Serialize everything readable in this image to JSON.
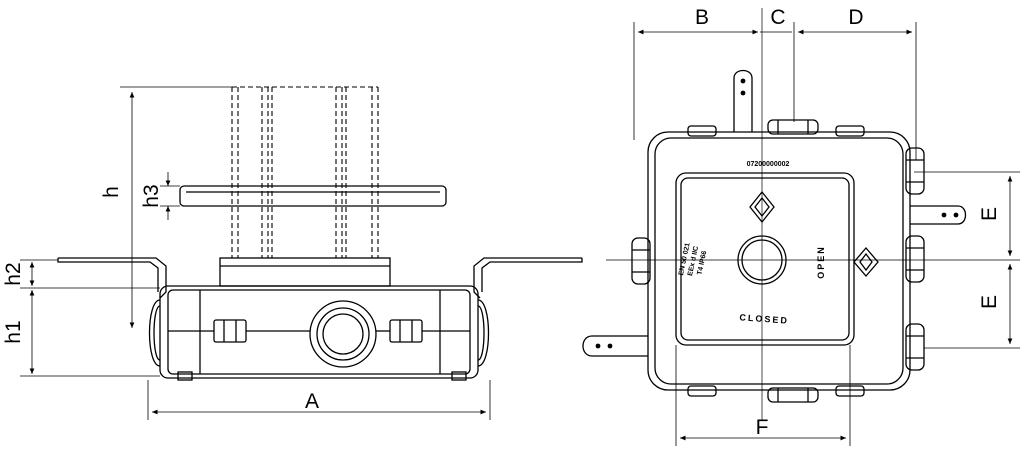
{
  "dimensions": {
    "A": "A",
    "B": "B",
    "C": "C",
    "D": "D",
    "E_upper": "E",
    "E_lower": "E",
    "F": "F",
    "h": "h",
    "h1": "h1",
    "h2": "h2",
    "h3": "h3"
  },
  "plate": {
    "serial": "07200000002",
    "open": "OPEN",
    "closed": "CLOSED",
    "approval_line1": "EN 50 021",
    "approval_line2": "EEx d IIC",
    "approval_line3": "T4 IP66"
  },
  "colors": {
    "line": "#000000",
    "background": "#ffffff"
  }
}
